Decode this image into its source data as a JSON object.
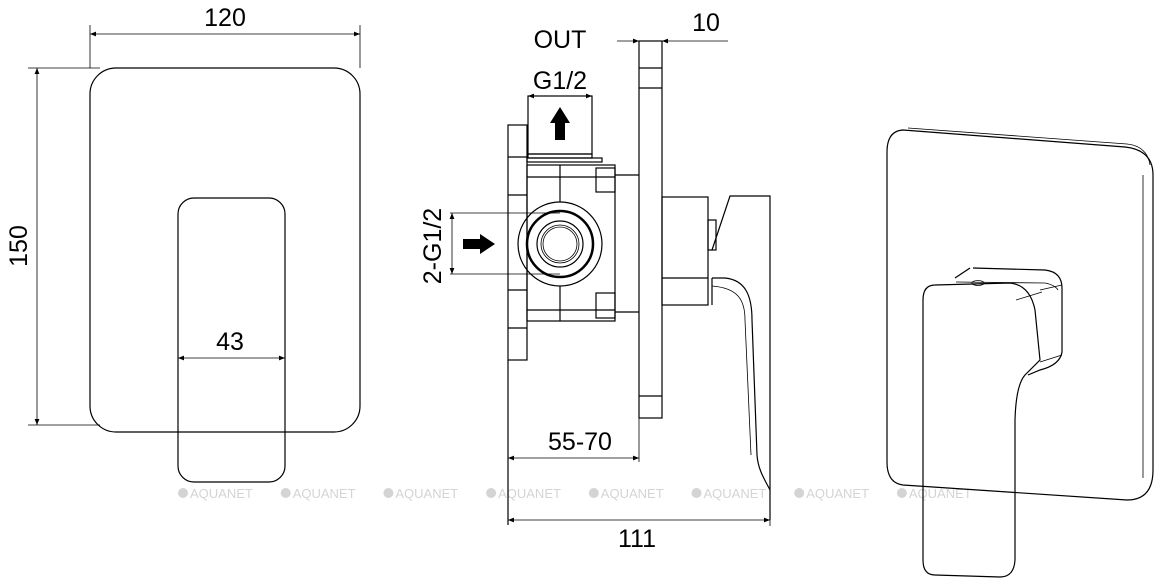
{
  "front_view": {
    "width_label": "120",
    "height_label": "150",
    "handle_width_label": "43"
  },
  "side_view": {
    "outlet_label": "OUT",
    "outlet_thread_label": "G1/2",
    "inlet_label": "2-G1/2",
    "plate_thickness_label": "10",
    "wall_depth_label": "55-70",
    "total_depth_label": "111"
  },
  "watermark": {
    "text": "AQUANET",
    "color": "#d4d4d4",
    "count": 8
  }
}
